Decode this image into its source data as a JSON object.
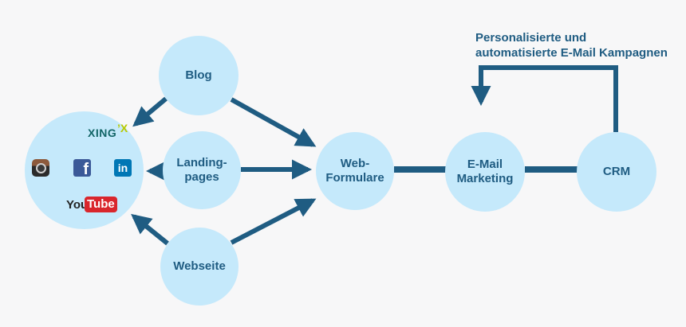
{
  "nodes": {
    "blog": "Blog",
    "landing": [
      "Landing-",
      "pages"
    ],
    "webseite": "Webseite",
    "formulare": [
      "Web-",
      "Formulare"
    ],
    "email": [
      "E-Mail",
      "Marketing"
    ],
    "crm": "CRM"
  },
  "caption": [
    "Personalisierte und",
    "automatisierte E-Mail Kampagnen"
  ],
  "social": {
    "xing": "XING",
    "xing_mark": "’X",
    "facebook": "f",
    "linkedin": "in",
    "youtube_a": "You",
    "youtube_b": "Tube",
    "icons": [
      "instagram-icon",
      "facebook-icon",
      "linkedin-icon",
      "youtube-icon",
      "xing-icon"
    ]
  },
  "colors": {
    "node_fill": "#c5e9fb",
    "label_text": "#1f5c82",
    "connector": "#1f5c82",
    "background": "#f7f7f8"
  }
}
